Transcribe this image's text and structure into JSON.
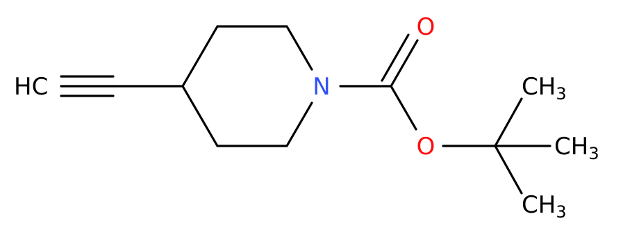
{
  "molecule": {
    "atoms": {
      "terminal_alkyne": {
        "main": "HC",
        "sub": "",
        "color": "#000000"
      },
      "ring_nitrogen": {
        "main": "N",
        "sub": "",
        "color": "#3050F8"
      },
      "carbonyl_oxygen": {
        "main": "O",
        "sub": "",
        "color": "#FF0D0D"
      },
      "ester_oxygen": {
        "main": "O",
        "sub": "",
        "color": "#FF0D0D"
      },
      "methyl_top": {
        "main": "CH",
        "sub": "3",
        "color": "#000000"
      },
      "methyl_right": {
        "main": "CH",
        "sub": "3",
        "color": "#000000"
      },
      "methyl_bottom": {
        "main": "CH",
        "sub": "3",
        "color": "#000000"
      }
    },
    "bond_color": "#000000",
    "background": "#FFFFFF"
  }
}
